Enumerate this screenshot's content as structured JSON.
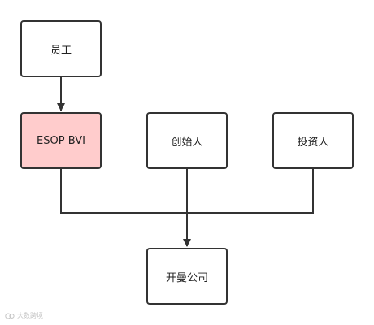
{
  "diagram": {
    "nodes": {
      "employee": "员工",
      "esop": "ESOP BVI",
      "founder": "创始人",
      "investor": "投资人",
      "company": "开曼公司"
    },
    "edges": [
      {
        "from": "employee",
        "to": "esop",
        "arrow": true
      },
      {
        "from": "esop",
        "to": "company",
        "arrow": true
      },
      {
        "from": "founder",
        "to": "company",
        "arrow": true
      },
      {
        "from": "investor",
        "to": "company",
        "arrow": true
      }
    ],
    "colors": {
      "highlight_fill": "#ffcccc",
      "stroke": "#333333"
    }
  },
  "watermark": {
    "text": "大数跨境"
  }
}
